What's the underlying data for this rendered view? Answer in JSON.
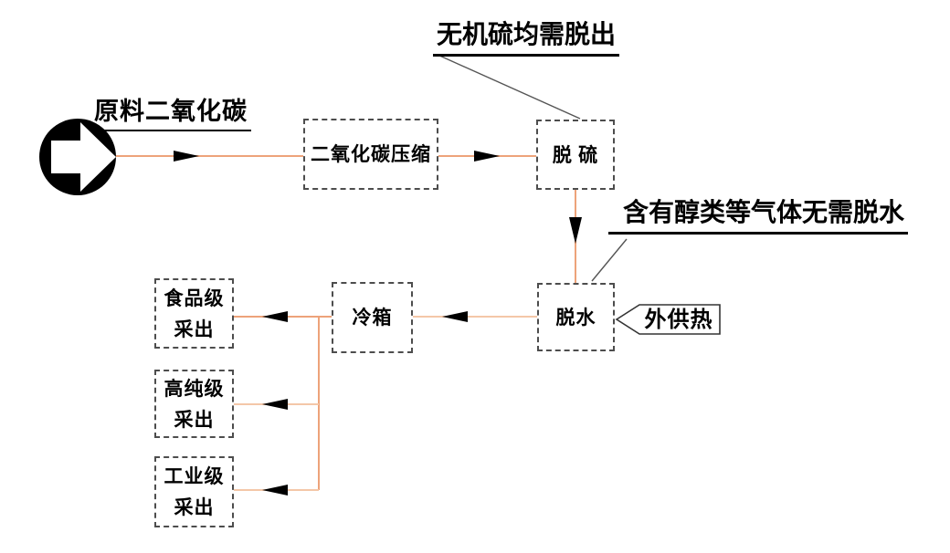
{
  "diagram": {
    "type": "process-flow",
    "source": {
      "label": "原料二氧化碳"
    },
    "nodes": {
      "compressor": {
        "label": "二氧化碳压缩"
      },
      "desulfurizer": {
        "label": "脱 硫"
      },
      "dehydrator": {
        "label": "脱水"
      },
      "cold_box": {
        "label": "冷箱"
      },
      "food_grade": {
        "label": "食品级\n采出"
      },
      "high_purity": {
        "label": "高纯级\n采出"
      },
      "industrial": {
        "label": "工业级\n采出"
      }
    },
    "annotations": {
      "desulfur_note": "无机硫均需脱出",
      "dehydrate_note": "含有醇类等气体无需脱水",
      "external_heat": "外供热"
    },
    "flow_order": [
      "原料二氧化碳",
      "二氧化碳压缩",
      "脱 硫",
      "脱水",
      "冷箱",
      "食品级采出 / 高纯级采出 / 工业级采出"
    ],
    "colors": {
      "flow_line": "#eda37a",
      "flow_line_light": "#f4c7a8",
      "box_border": "#4d4d4d",
      "leader_line": "#555555",
      "arrowhead": "#000000",
      "text": "#000000",
      "background": "#ffffff"
    }
  }
}
